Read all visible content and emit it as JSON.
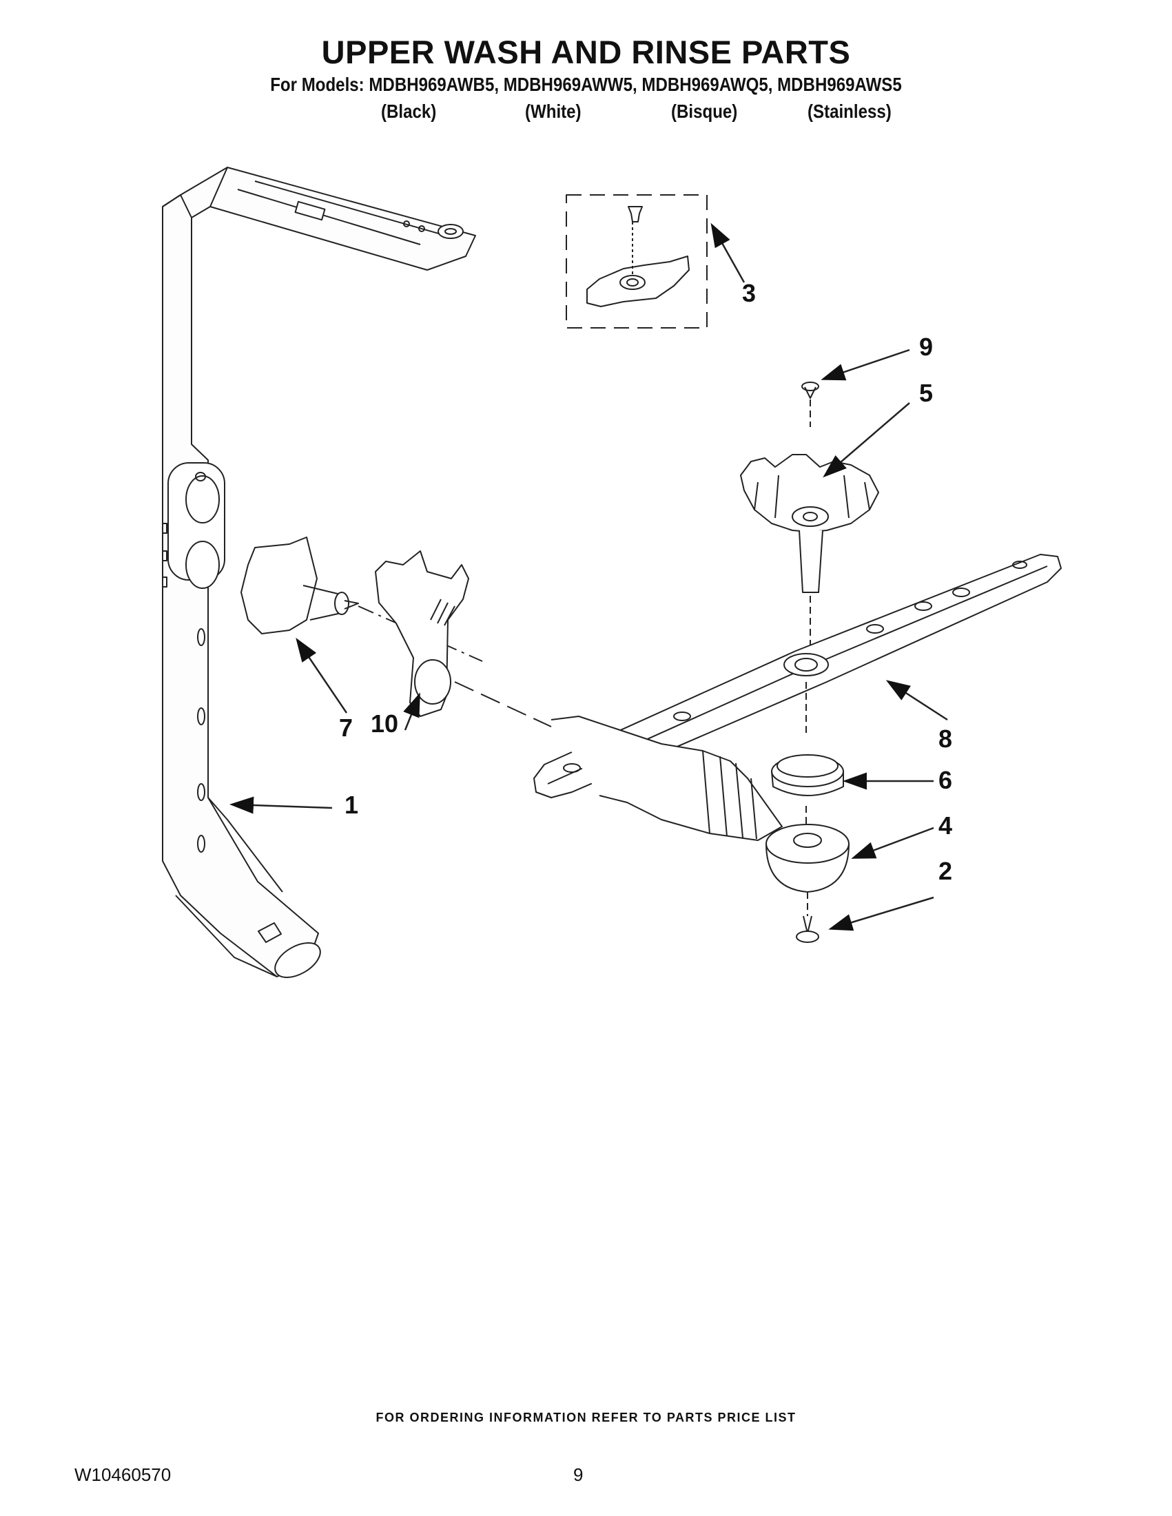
{
  "header": {
    "title": "UPPER WASH AND RINSE PARTS",
    "models_line": "For Models: MDBH969AWB5, MDBH969AWW5, MDBH969AWQ5, MDBH969AWS5",
    "finishes": [
      "(Black)",
      "(White)",
      "(Bisque)",
      "(Stainless)"
    ]
  },
  "callouts": {
    "c1": "1",
    "c2": "2",
    "c3": "3",
    "c4": "4",
    "c5": "5",
    "c6": "6",
    "c7": "7",
    "c8": "8",
    "c9": "9",
    "c10": "10"
  },
  "footer": {
    "ordering_note": "FOR ORDERING INFORMATION REFER TO PARTS PRICE LIST",
    "document_number": "W10460570",
    "page_number": "9"
  }
}
